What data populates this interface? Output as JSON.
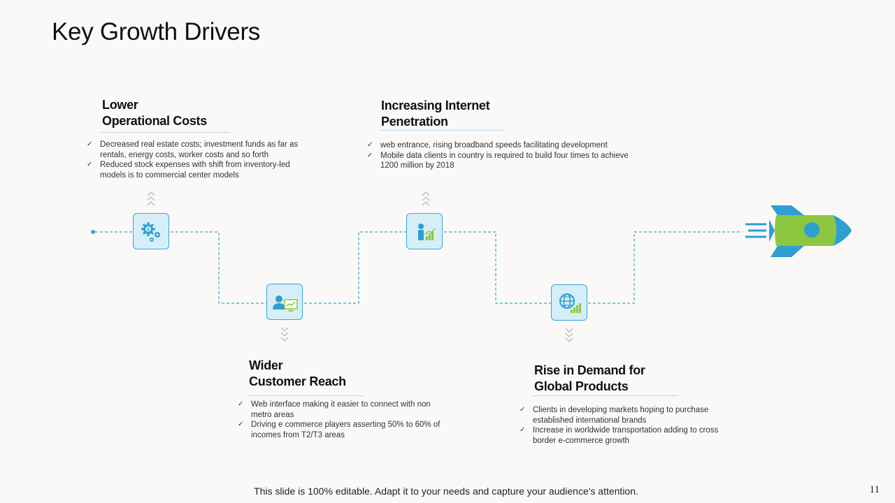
{
  "title": "Key Growth Drivers",
  "drivers": [
    {
      "heading_line1": "Lower",
      "heading_line2": "Operational Costs",
      "icon": "gears-dollar-icon",
      "bullets": [
        "Decreased real estate costs; investment funds as far as rentals, energy costs, worker costs and so forth",
        "Reduced stock expenses with shift from  inventory-led models is to commercial center models"
      ]
    },
    {
      "heading_line1": "Wider",
      "heading_line2": "Customer Reach",
      "icon": "person-monitor-icon",
      "bullets": [
        "Web interface making it easier to connect with non metro areas",
        "Driving e commerce players asserting 50% to 60% of incomes from T2/T3 areas"
      ]
    },
    {
      "heading_line1": "Increasing Internet",
      "heading_line2": "Penetration",
      "icon": "person-growth-chart-icon",
      "bullets": [
        " web entrance, rising broadband speeds facilitating development",
        "Mobile data clients in country is required to build four times to achieve 1200 million by 2018"
      ]
    },
    {
      "heading_line1": "Rise in Demand for",
      "heading_line2": "Global Products",
      "icon": "globe-chart-icon",
      "bullets": [
        "Clients in developing markets hoping to purchase established international brands",
        "Increase in worldwide transportation adding to cross border e-commerce growth"
      ]
    }
  ],
  "check_glyph": "✓",
  "end_icon": "rocket-icon",
  "footer": "This slide is 100% editable. Adapt it to your needs and capture your audience's attention.",
  "page_number": "11",
  "colors": {
    "accent_blue": "#3aa6d4",
    "node_fill": "#d6eef8",
    "rocket_green": "#8dc63f",
    "rocket_blue": "#2e9fd0"
  }
}
